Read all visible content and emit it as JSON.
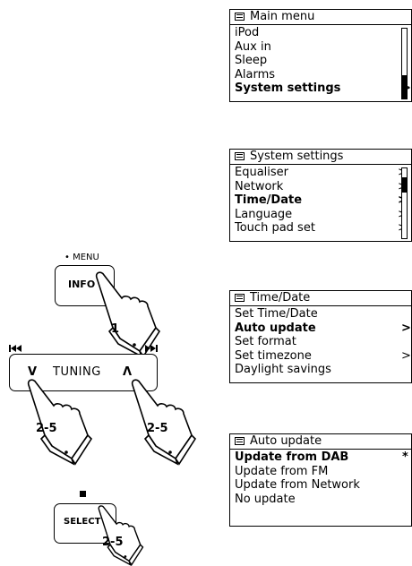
{
  "screens": [
    {
      "title": "Main menu",
      "items": [
        {
          "label": "iPod",
          "bold": false,
          "mark": ""
        },
        {
          "label": "Aux in",
          "bold": false,
          "mark": ""
        },
        {
          "label": "Sleep",
          "bold": false,
          "mark": ""
        },
        {
          "label": "Alarms",
          "bold": false,
          "mark": ""
        },
        {
          "label": "System settings",
          "bold": true,
          "mark": ">"
        }
      ],
      "scroll": {
        "thumb_start": 0.66,
        "thumb_end": 1.0
      }
    },
    {
      "title": "System settings",
      "items": [
        {
          "label": "Equaliser",
          "bold": false,
          "mark": ">"
        },
        {
          "label": "Network",
          "bold": false,
          "mark": ">"
        },
        {
          "label": "Time/Date",
          "bold": true,
          "mark": ">"
        },
        {
          "label": "Language",
          "bold": false,
          "mark": ">"
        },
        {
          "label": "Touch pad set",
          "bold": false,
          "mark": ">"
        }
      ],
      "scroll": {
        "thumb_start": 0.12,
        "thumb_end": 0.33
      }
    },
    {
      "title": "Time/Date",
      "items": [
        {
          "label": "Set Time/Date",
          "bold": false,
          "mark": ""
        },
        {
          "label": "Auto update",
          "bold": true,
          "mark": ">"
        },
        {
          "label": "Set format",
          "bold": false,
          "mark": ""
        },
        {
          "label": "Set timezone",
          "bold": false,
          "mark": ">"
        },
        {
          "label": "Daylight savings",
          "bold": false,
          "mark": ""
        }
      ]
    },
    {
      "title": "Auto update",
      "items": [
        {
          "label": "Update from DAB",
          "bold": true,
          "mark": "*"
        },
        {
          "label": "Update from FM",
          "bold": false,
          "mark": ""
        },
        {
          "label": "Update from Network",
          "bold": false,
          "mark": ""
        },
        {
          "label": "No update",
          "bold": false,
          "mark": ""
        }
      ]
    }
  ],
  "controls": {
    "menu_label": "• MENU",
    "info_label": "INFO",
    "info_step": "1",
    "prev_icon": "skip-back-icon",
    "next_icon": "skip-forward-icon",
    "tuning_down": "V",
    "tuning_label": "TUNING",
    "tuning_up": "Λ",
    "tuning_step_left": "2-5",
    "tuning_step_right": "2-5",
    "stop_icon": "stop-square-icon",
    "select_label": "SELECT",
    "select_step": "2-5"
  }
}
